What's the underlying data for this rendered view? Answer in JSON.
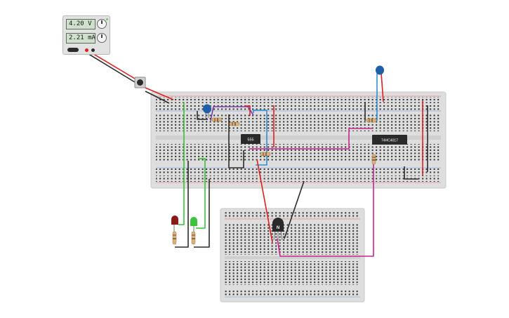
{
  "power_supply": {
    "voltage": "4.20 V",
    "current": "2.21 mA"
  },
  "chips": {
    "timer_label": "555",
    "counter_label": "74HC4017"
  },
  "transistor": {
    "label": "N"
  },
  "colors": {
    "wire_red": "#e01f1f",
    "wire_black": "#2b2b2b",
    "wire_green": "#37c137",
    "wire_magenta": "#c8278f",
    "wire_blue": "#2f8fd6",
    "wire_purple": "#7a3ea6",
    "led_red": "#8b1a1a",
    "led_green": "#3cc43c",
    "capacitor_blue": "#1f5ea8",
    "breadboard": "#dedede"
  }
}
